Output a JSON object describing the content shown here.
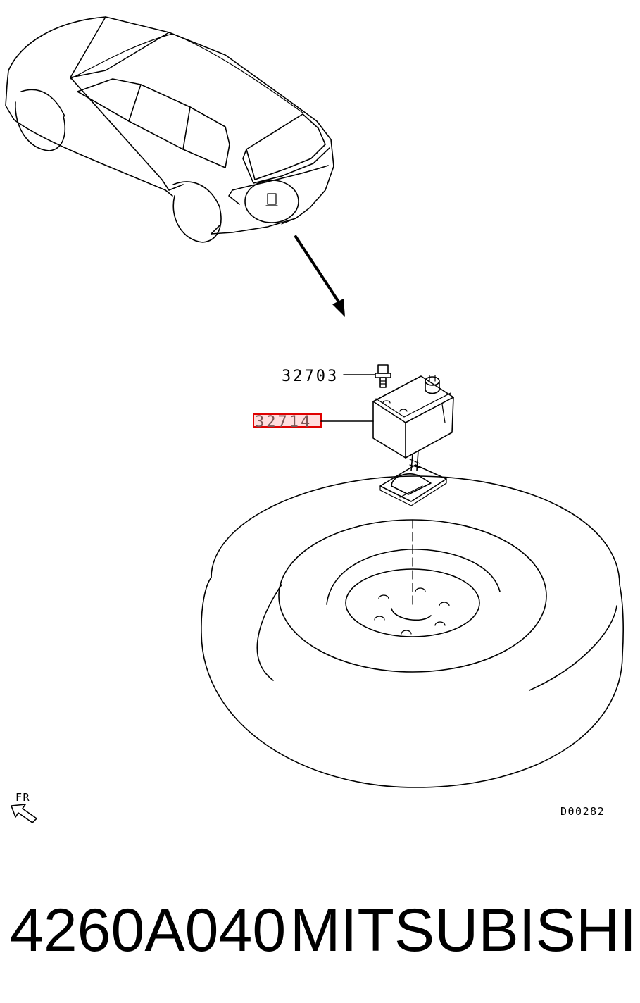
{
  "diagram": {
    "callouts": [
      {
        "id": "bolt",
        "label": "32703"
      },
      {
        "id": "jack",
        "label": "32714",
        "highlighted": true,
        "highlight_color": "#e00000"
      }
    ],
    "fr_label": "FR",
    "drawing_code": "D00282"
  },
  "footer": {
    "part_number": "4260A040",
    "brand": "MITSUBISHI"
  }
}
